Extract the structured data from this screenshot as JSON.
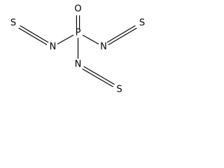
{
  "molecule": {
    "atoms": {
      "phosphorus": "P",
      "oxygen": "O",
      "nitrogen_left": "N",
      "nitrogen_right": "N",
      "nitrogen_bottom": "N",
      "sulfur_left": "S",
      "sulfur_right": "S",
      "sulfur_bottom": "S"
    }
  }
}
